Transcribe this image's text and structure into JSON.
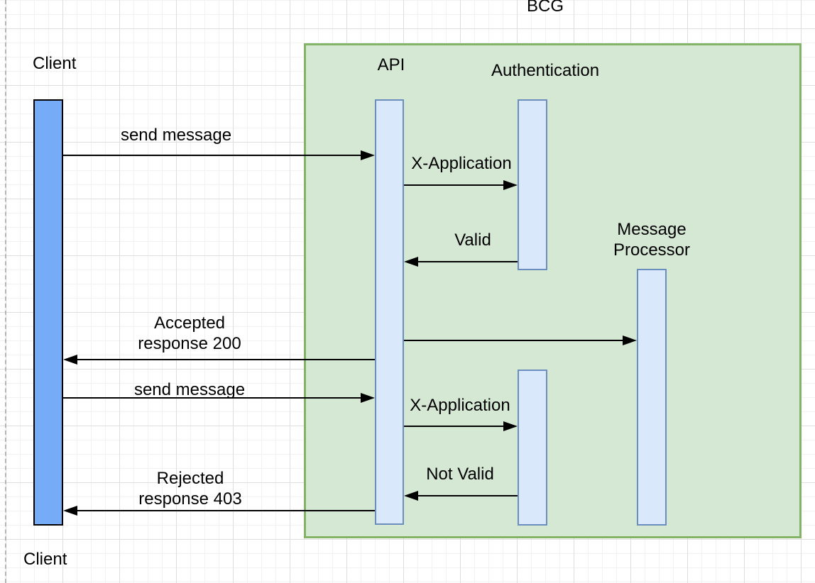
{
  "diagram": {
    "type": "sequence",
    "frame": {
      "label": "BCG"
    },
    "participants": {
      "client_top": "Client",
      "client_bottom": "Client",
      "api": "API",
      "authentication": "Authentication",
      "message_processor": "Message\nProcessor"
    },
    "messages": [
      {
        "label": "send message",
        "from": "Client",
        "to": "API",
        "direction": "right"
      },
      {
        "label": "X-Application",
        "from": "API",
        "to": "Authentication",
        "direction": "right"
      },
      {
        "label": "Valid",
        "from": "Authentication",
        "to": "API",
        "direction": "left"
      },
      {
        "label": "",
        "from": "API",
        "to": "Message Processor",
        "direction": "right"
      },
      {
        "label": "Accepted\nresponse 200",
        "from": "API",
        "to": "Client",
        "direction": "left"
      },
      {
        "label": "send message",
        "from": "Client",
        "to": "API",
        "direction": "right"
      },
      {
        "label": "X-Application",
        "from": "API",
        "to": "Authentication",
        "direction": "right"
      },
      {
        "label": "Not Valid",
        "from": "Authentication",
        "to": "API",
        "direction": "left"
      },
      {
        "label": "Rejected\nresponse 403",
        "from": "API",
        "to": "Client",
        "direction": "left"
      }
    ],
    "colors": {
      "client_bar_fill": "#76abf7",
      "client_bar_border": "#000000",
      "activation_fill": "#dae8fc",
      "activation_border": "#6c8ebf",
      "frame_fill": "#d5e8d4",
      "frame_border": "#82b366",
      "arrow": "#000000",
      "grid_minor": "#f2f2f2",
      "grid_major": "#dedede",
      "page_break": "#b5b5b5"
    }
  }
}
